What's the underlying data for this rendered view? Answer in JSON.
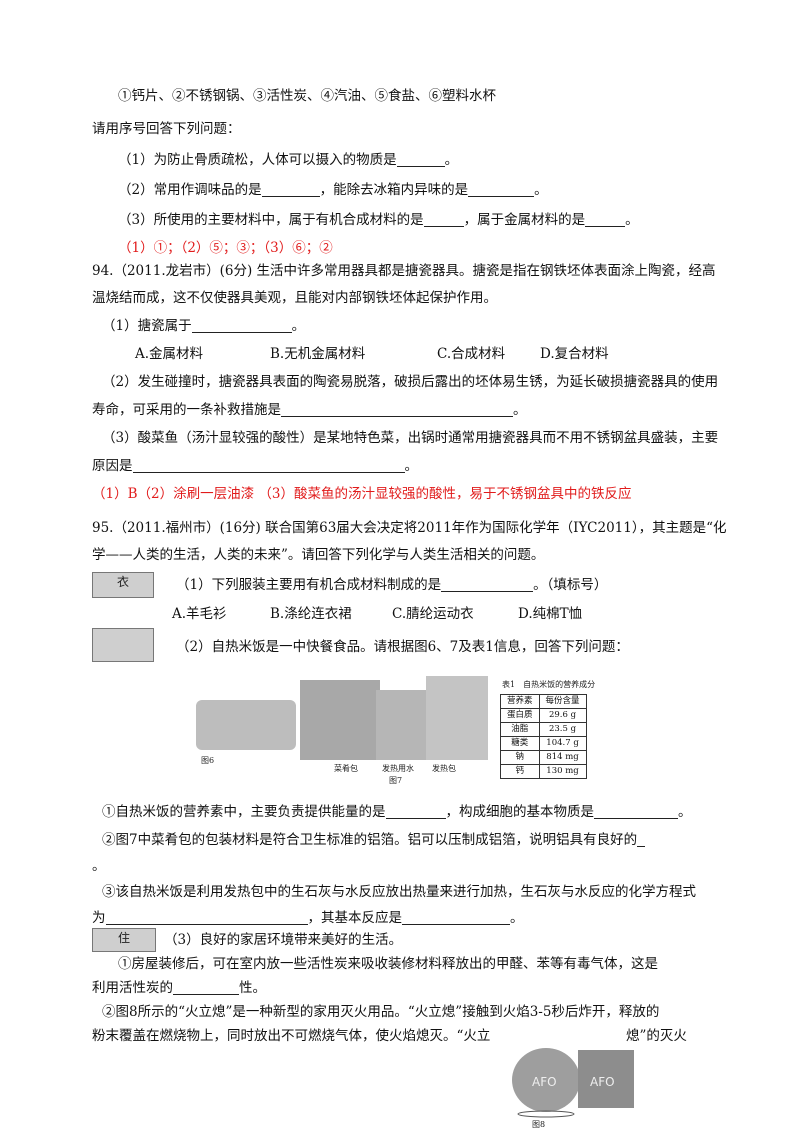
{
  "q93": {
    "items": "①钙片、②不锈钢锅、③活性炭、④汽油、⑤食盐、⑥塑料水杯",
    "instruction": "请用序号回答下列问题：",
    "s1": "（1）为防止骨质疏松，人体可以摄入的物质是",
    "s2a": "（2）常用作调味品的是",
    "s2b": "，能除去冰箱内异味的是",
    "s3a": "（3）所使用的主要材料中，属于有机合成材料的是",
    "s3b": "，属于金属材料的是",
    "period": "。",
    "answer": "（1）①；（2）⑤；③；（3）⑥；②"
  },
  "q94": {
    "head1": "94.（2011.龙岩市）(6分) 生活中许多常用器具都是搪瓷器具。搪瓷是指在钢铁坯体表面涂上陶瓷，经高",
    "head2": "温烧结而成，这不仅使器具美观，且能对内部钢铁坯体起保护作用。",
    "s1": "（1）搪瓷属于",
    "options": [
      "A.金属材料",
      "B.无机金属材料",
      "C.合成材料",
      "D.复合材料"
    ],
    "s2a": "（2）发生碰撞时，搪瓷器具表面的陶瓷易脱落，破损后露出的坯体易生锈，为延长破损搪瓷器具的使用",
    "s2b": "寿命，可采用的一条补救措施是",
    "s3a": "（3）酸菜鱼（汤汁显较强的酸性）是某地特色菜，出锅时通常用搪瓷器具而不用不锈钢盆具盛装，主要",
    "s3b": "原因是",
    "answer": "（1）B（2）涂刷一层油漆 （3）酸菜鱼的汤汁显较强的酸性，易于不锈钢盆具中的铁反应"
  },
  "q95": {
    "head1": "95.（2011.福州市）(16分) 联合国第63届大会决定将2011年作为国际化学年（IYC2011），其主题是“化",
    "head2": "学——人类的生活，人类的未来”。请回答下列化学与人类生活相关的问题。",
    "icon_clothes": "衣",
    "p1": "（1）下列服装主要用有机合成材料制成的是",
    "p1_tail": "。（填标号）",
    "options": [
      "A.羊毛衫",
      "B.涤纶连衣裙",
      "C.腈纶运动衣",
      "D.纯棉T恤"
    ],
    "p2": "（2）自热米饭是一中快餐食品。请根据图6、7及表1信息，回答下列问题：",
    "fig6": "图6",
    "fig7": "图7",
    "fig7_labels": [
      "菜肴包",
      "发热用水",
      "发热包"
    ],
    "table_title": "表1　自热米饭的营养成分",
    "table_headers": [
      "营养素",
      "每份含量"
    ],
    "table_rows": [
      [
        "蛋白质",
        "29.6 g"
      ],
      [
        "油脂",
        "23.5 g"
      ],
      [
        "糖类",
        "104.7 g"
      ],
      [
        "钠",
        "814 mg"
      ],
      [
        "钙",
        "130 mg"
      ]
    ],
    "c1a": "①自热米饭的营养素中，主要负责提供能量的是",
    "c1b": "，构成细胞的基本物质是",
    "c2a": "②图7中菜肴包的包装材料是符合卫生标准的铝箔。铝可以压制成铝箔，说明铝具有良好的",
    "c2b": "。",
    "c3a": "③该自热米饭是利用发热包中的生石灰与水反应放出热量来进行加热，生石灰与水反应的化学方程式",
    "c3b": "为",
    "c3c": "，其基本反应是",
    "icon_house": "住",
    "p3": "（3）良好的家居环境带来美好的生活。",
    "d1a": "①房屋装修后，可在室内放一些活性炭来吸收装修材料释放出的甲醛、苯等有毒气体，这是",
    "d1b": "利用活性炭的",
    "d1c": "性。",
    "d2a": "②图8所示的“火立熄”是一种新型的家用灭火用品。“火立熄”接触到火焰3-5秒后炸开，释放的",
    "d2b": "粉末覆盖在燃烧物上，同时放出不可燃烧气体，使火焰熄灭。“火立",
    "d2c": "熄”的灭火",
    "fig8": "图8",
    "fig8_text": [
      "AFO",
      "AFO"
    ]
  }
}
